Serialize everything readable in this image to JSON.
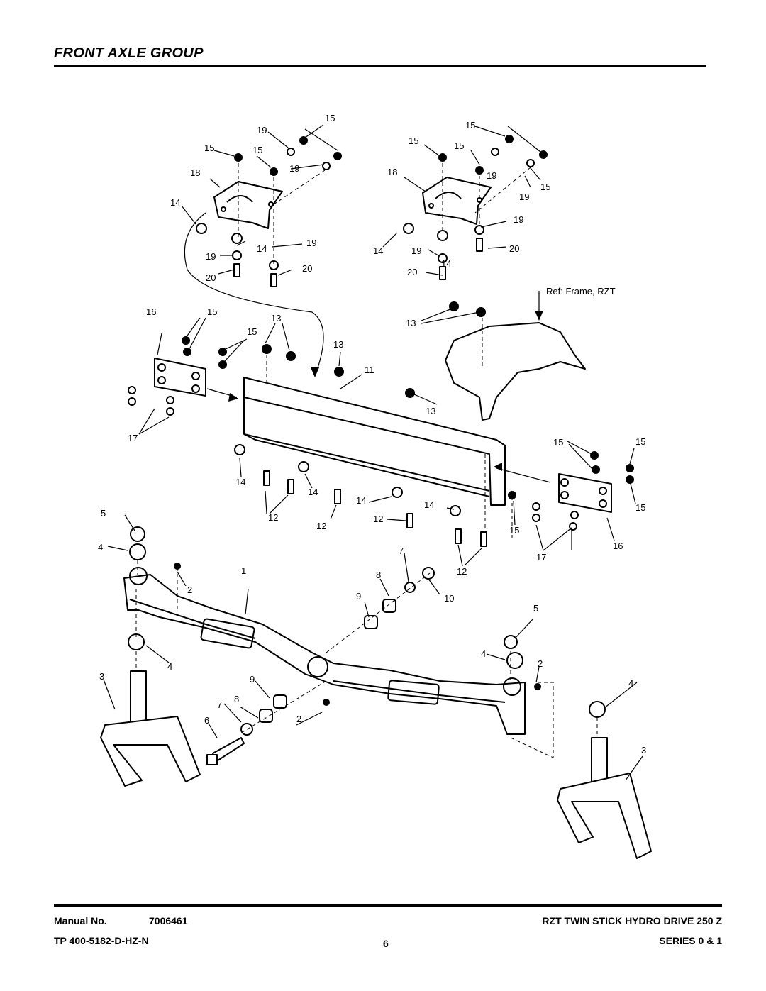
{
  "header": {
    "title": "FRONT AXLE GROUP"
  },
  "diagram": {
    "ref_label": "Ref: Frame, RZT",
    "callouts": [
      "1",
      "2",
      "3",
      "4",
      "5",
      "6",
      "7",
      "8",
      "9",
      "10",
      "11",
      "12",
      "13",
      "14",
      "15",
      "16",
      "17",
      "18",
      "19",
      "20"
    ]
  },
  "footer": {
    "manual_label": "Manual No.",
    "manual_number": "7006461",
    "tp_number": "TP 400-5182-D-HZ-N",
    "page_number": "6",
    "product_title": "RZT TWIN STICK HYDRO DRIVE 250 Z",
    "series": "SERIES 0 & 1"
  }
}
